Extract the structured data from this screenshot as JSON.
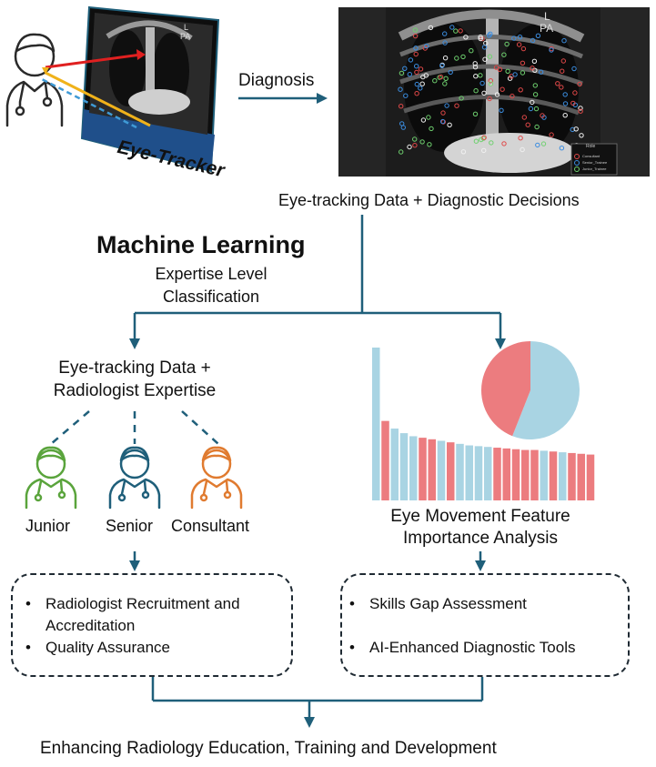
{
  "xray_small": {
    "marker_l": "L",
    "marker_pa": "PA"
  },
  "eye_tracker_label": "Eye-Tracker",
  "diagnosis_label": "Diagnosis",
  "xray_large": {
    "marker_l": "L",
    "marker_pa": "PA",
    "legend_title": "Role",
    "legend_items": [
      "Consultant",
      "Senior_Trainee",
      "Junior_Trainee"
    ]
  },
  "eye_data_caption": "Eye-tracking Data + Diagnostic Decisions",
  "ml": {
    "title": "Machine Learning",
    "subtitle_line1": "Expertise Level",
    "subtitle_line2": "Classification"
  },
  "left_branch": {
    "heading_line1": "Eye-tracking Data +",
    "heading_line2": "Radiologist Expertise",
    "roles": [
      {
        "label": "Junior",
        "color": "#5aa43c"
      },
      {
        "label": "Senior",
        "color": "#1f5f7a"
      },
      {
        "label": "Consultant",
        "color": "#e07b30"
      }
    ],
    "bullets": [
      "Radiologist Recruitment and",
      "Accreditation",
      "Quality Assurance"
    ]
  },
  "right_branch": {
    "heading_line1": "Eye Movement Feature",
    "heading_line2": "Importance Analysis",
    "bullets": [
      "Skills Gap Assessment",
      "AI-Enhanced Diagnostic Tools"
    ]
  },
  "chart_data": {
    "type": "bar",
    "values": [
      1.0,
      0.52,
      0.47,
      0.44,
      0.42,
      0.41,
      0.4,
      0.39,
      0.38,
      0.37,
      0.36,
      0.355,
      0.35,
      0.345,
      0.34,
      0.335,
      0.33,
      0.33,
      0.325,
      0.32,
      0.315,
      0.31,
      0.305,
      0.3
    ],
    "bar_colors": [
      "#a9d4e3",
      "#ec7c7f",
      "#a9d4e3",
      "#a9d4e3",
      "#a9d4e3",
      "#ec7c7f",
      "#ec7c7f",
      "#a9d4e3",
      "#ec7c7f",
      "#a9d4e3",
      "#a9d4e3",
      "#a9d4e3",
      "#a9d4e3",
      "#ec7c7f",
      "#ec7c7f",
      "#ec7c7f",
      "#ec7c7f",
      "#ec7c7f",
      "#a9d4e3",
      "#ec7c7f",
      "#a9d4e3",
      "#ec7c7f",
      "#ec7c7f",
      "#ec7c7f"
    ],
    "pie": [
      {
        "value": 56,
        "color": "#a9d4e3"
      },
      {
        "value": 44,
        "color": "#ec7c7f"
      }
    ]
  },
  "conclusion": "Enhancing Radiology Education, Training and Development",
  "colors": {
    "arrow": "#1f5f7a",
    "dash_box": "#1f2a33"
  }
}
